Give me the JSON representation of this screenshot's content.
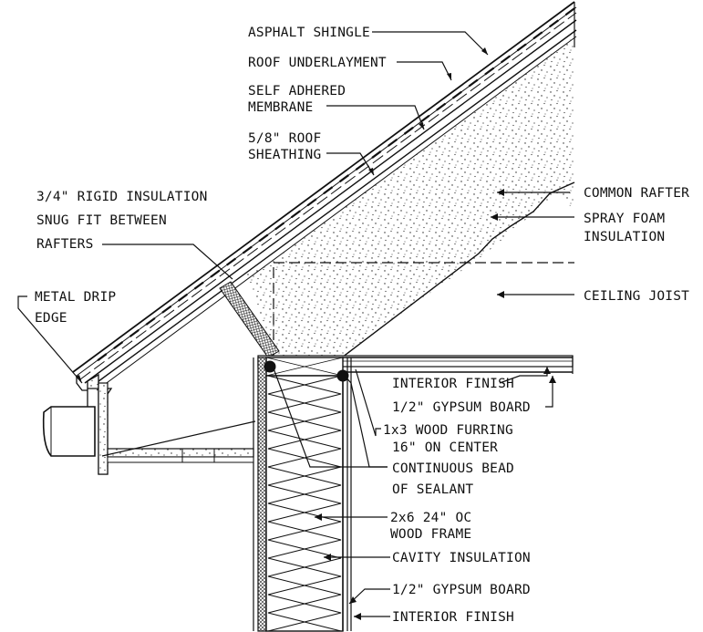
{
  "labels": {
    "asphalt_shingle": "ASPHALT SHINGLE",
    "roof_underlayment": "ROOF UNDERLAYMENT",
    "self_adhered_1": "SELF ADHERED",
    "self_adhered_2": "MEMBRANE",
    "roof_sheathing_1": "5/8\" ROOF",
    "roof_sheathing_2": "SHEATHING",
    "rigid_insulation_1": "3/4\" RIGID INSULATION",
    "rigid_insulation_2": "SNUG FIT BETWEEN",
    "rigid_insulation_3": "RAFTERS",
    "common_rafter": "COMMON RAFTER",
    "spray_foam_1": "SPRAY FOAM",
    "spray_foam_2": "INSULATION",
    "ceiling_joist": "CEILING JOIST",
    "metal_drip_1": "METAL DRIP",
    "metal_drip_2": "EDGE",
    "interior_finish_top": "INTERIOR FINISH",
    "gypsum_top": "1/2\" GYPSUM BOARD",
    "furring_1": "1x3 WOOD FURRING",
    "furring_2": "16\" ON CENTER",
    "sealant_1": "CONTINUOUS BEAD",
    "sealant_2": "OF SEALANT",
    "frame_1": "2x6 24\" OC",
    "frame_2": "WOOD FRAME",
    "cavity_insulation": "CAVITY INSULATION",
    "gypsum_bottom": "1/2\" GYPSUM BOARD",
    "interior_finish_bottom": "INTERIOR FINISH"
  }
}
